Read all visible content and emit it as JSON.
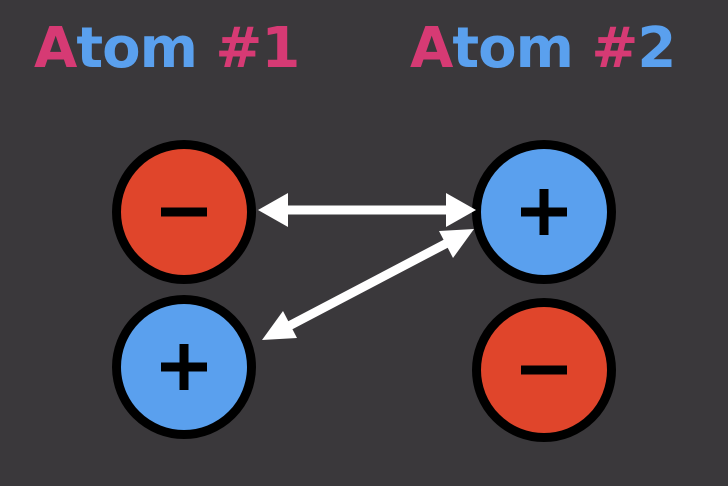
{
  "titles": {
    "atom1": {
      "segments": [
        {
          "text": "A",
          "color": "#d63a74"
        },
        {
          "text": "tom",
          "color": "#5aa0ee"
        },
        {
          "text": " #1",
          "color": "#d63a74"
        }
      ]
    },
    "atom2": {
      "segments": [
        {
          "text": "A",
          "color": "#d63a74"
        },
        {
          "text": "tom",
          "color": "#5aa0ee"
        },
        {
          "text": " #",
          "color": "#d63a74"
        },
        {
          "text": "2",
          "color": "#5aa0ee"
        }
      ]
    }
  },
  "colors": {
    "negative": "#e0452b",
    "positive": "#5aa0ee",
    "arrow": "#ffffff",
    "background": "#3a383b"
  },
  "charges": {
    "atom1_top": "negative",
    "atom1_bottom": "positive",
    "atom2_top": "positive",
    "atom2_bottom": "negative"
  },
  "icons": {
    "negative": "minus-icon",
    "positive": "plus-icon",
    "attraction": "double-headed-arrow"
  }
}
